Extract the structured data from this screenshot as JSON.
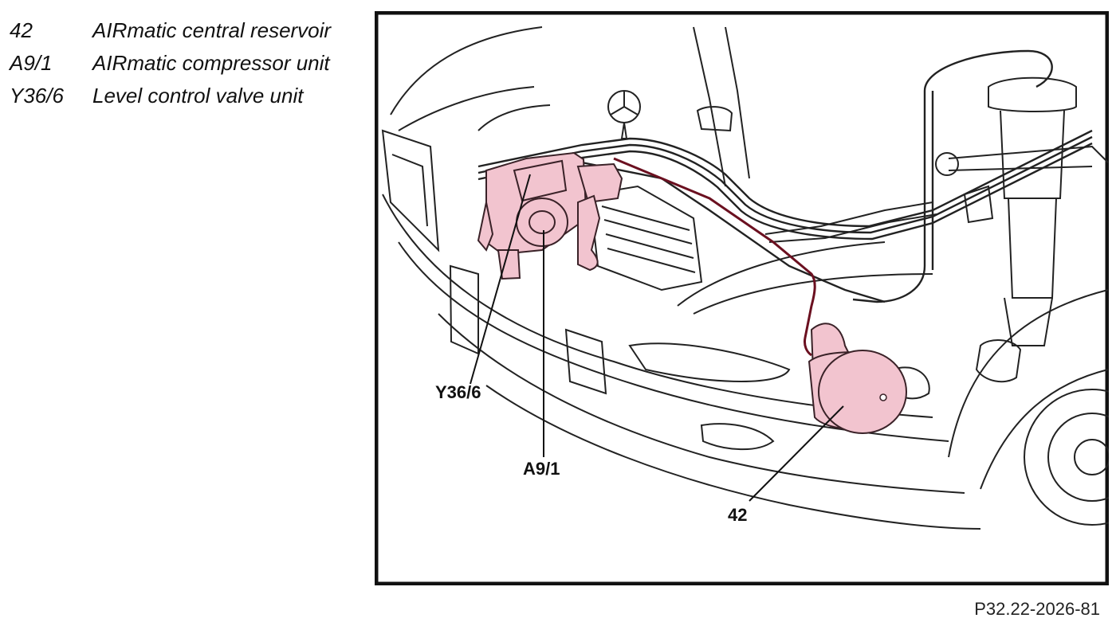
{
  "legend": [
    {
      "code": "42",
      "text": "AIRmatic central reservoir"
    },
    {
      "code": "A9/1",
      "text": "AIRmatic compressor unit"
    },
    {
      "code": "Y36/6",
      "text": "Level control valve unit"
    }
  ],
  "callouts": {
    "y36_6": "Y36/6",
    "a9_1": "A9/1",
    "r42": "42"
  },
  "figure_ref": "P32.22-2026-81",
  "colors": {
    "highlight": "#f2c4cf",
    "highlight_stroke": "#3a2228",
    "air_line": "#6b1020",
    "frame": "#111111"
  }
}
